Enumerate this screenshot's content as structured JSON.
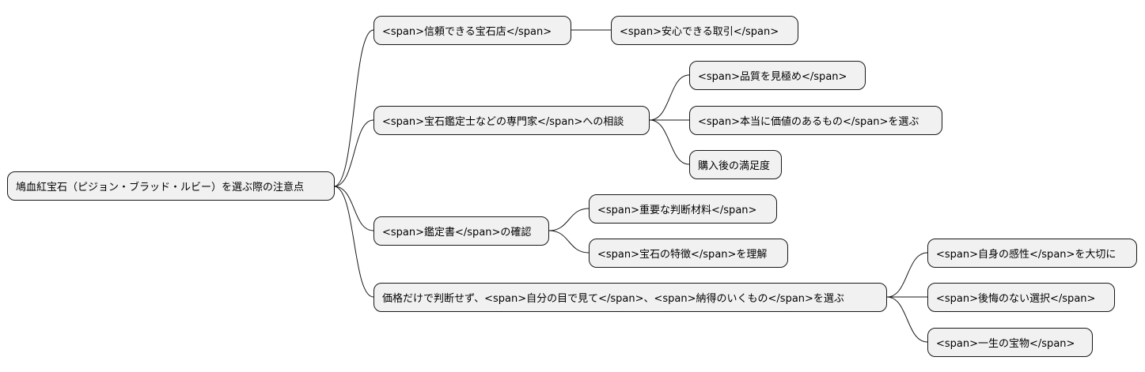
{
  "mindmap": {
    "root": "鳩血紅宝石（ピジョン・ブラッド・ルビー）を選ぶ際の注意点",
    "branches": [
      {
        "label": "<span>信頼できる宝石店</span>",
        "children": [
          "<span>安心できる取引</span>"
        ]
      },
      {
        "label": "<span>宝石鑑定士などの専門家</span>への相談",
        "children": [
          "<span>品質を見極め</span>",
          "<span>本当に価値のあるもの</span>を選ぶ",
          "購入後の満足度"
        ]
      },
      {
        "label": "<span>鑑定書</span>の確認",
        "children": [
          "<span>重要な判断材料</span>",
          "<span>宝石の特徴</span>を理解"
        ]
      },
      {
        "label": "価格だけで判断せず、<span>自分の目で見て</span>、<span>納得のいくもの</span>を選ぶ",
        "children": [
          "<span>自身の感性</span>を大切に",
          "<span>後悔のない選択</span>",
          "<span>一生の宝物</span>"
        ]
      }
    ]
  }
}
